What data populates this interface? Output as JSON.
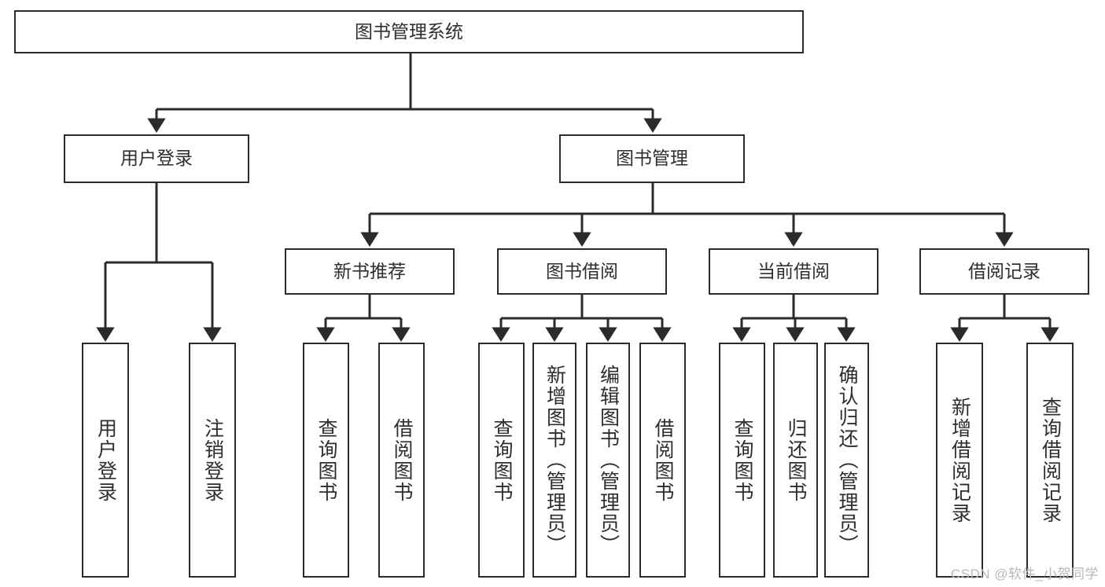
{
  "diagram": {
    "title": "图书管理系统",
    "type": "hierarchy-tree",
    "watermark": "CSDN @软件_小贺同学",
    "colors": {
      "box_border": "#2b2b2b",
      "box_fill": "#ffffff",
      "text": "#2e2e2e",
      "edge": "#2b2b2b",
      "watermark": "#b9b9b9",
      "background": "#ffffff"
    },
    "nodes": {
      "root": {
        "label": "图书管理系统"
      },
      "level2": [
        {
          "id": "user-login",
          "label": "用户登录"
        },
        {
          "id": "book-manage",
          "label": "图书管理"
        }
      ],
      "level3": [
        {
          "id": "new-book-recommend",
          "label": "新书推荐"
        },
        {
          "id": "book-borrow",
          "label": "图书借阅"
        },
        {
          "id": "current-borrow",
          "label": "当前借阅"
        },
        {
          "id": "borrow-record",
          "label": "借阅记录"
        }
      ],
      "leaves": {
        "user_login": [
          {
            "id": "leaf-user-login",
            "label": "用户登录"
          },
          {
            "id": "leaf-user-logout",
            "label": "注销登录"
          }
        ],
        "new_book_recommend": [
          {
            "id": "leaf-query-book-1",
            "label": "查询图书"
          },
          {
            "id": "leaf-borrow-book-1",
            "label": "借阅图书"
          }
        ],
        "book_borrow": [
          {
            "id": "leaf-query-book-2",
            "label": "查询图书"
          },
          {
            "id": "leaf-add-book",
            "label": "新增图书（管理员）"
          },
          {
            "id": "leaf-edit-book",
            "label": "编辑图书（管理员）"
          },
          {
            "id": "leaf-borrow-book-2",
            "label": "借阅图书"
          }
        ],
        "current_borrow": [
          {
            "id": "leaf-query-book-3",
            "label": "查询图书"
          },
          {
            "id": "leaf-return-book",
            "label": "归还图书"
          },
          {
            "id": "leaf-confirm-return",
            "label": "确认归还（管理员）"
          }
        ],
        "borrow_record": [
          {
            "id": "leaf-add-record",
            "label": "新增借阅记录"
          },
          {
            "id": "leaf-query-record",
            "label": "查询借阅记录"
          }
        ]
      }
    }
  }
}
